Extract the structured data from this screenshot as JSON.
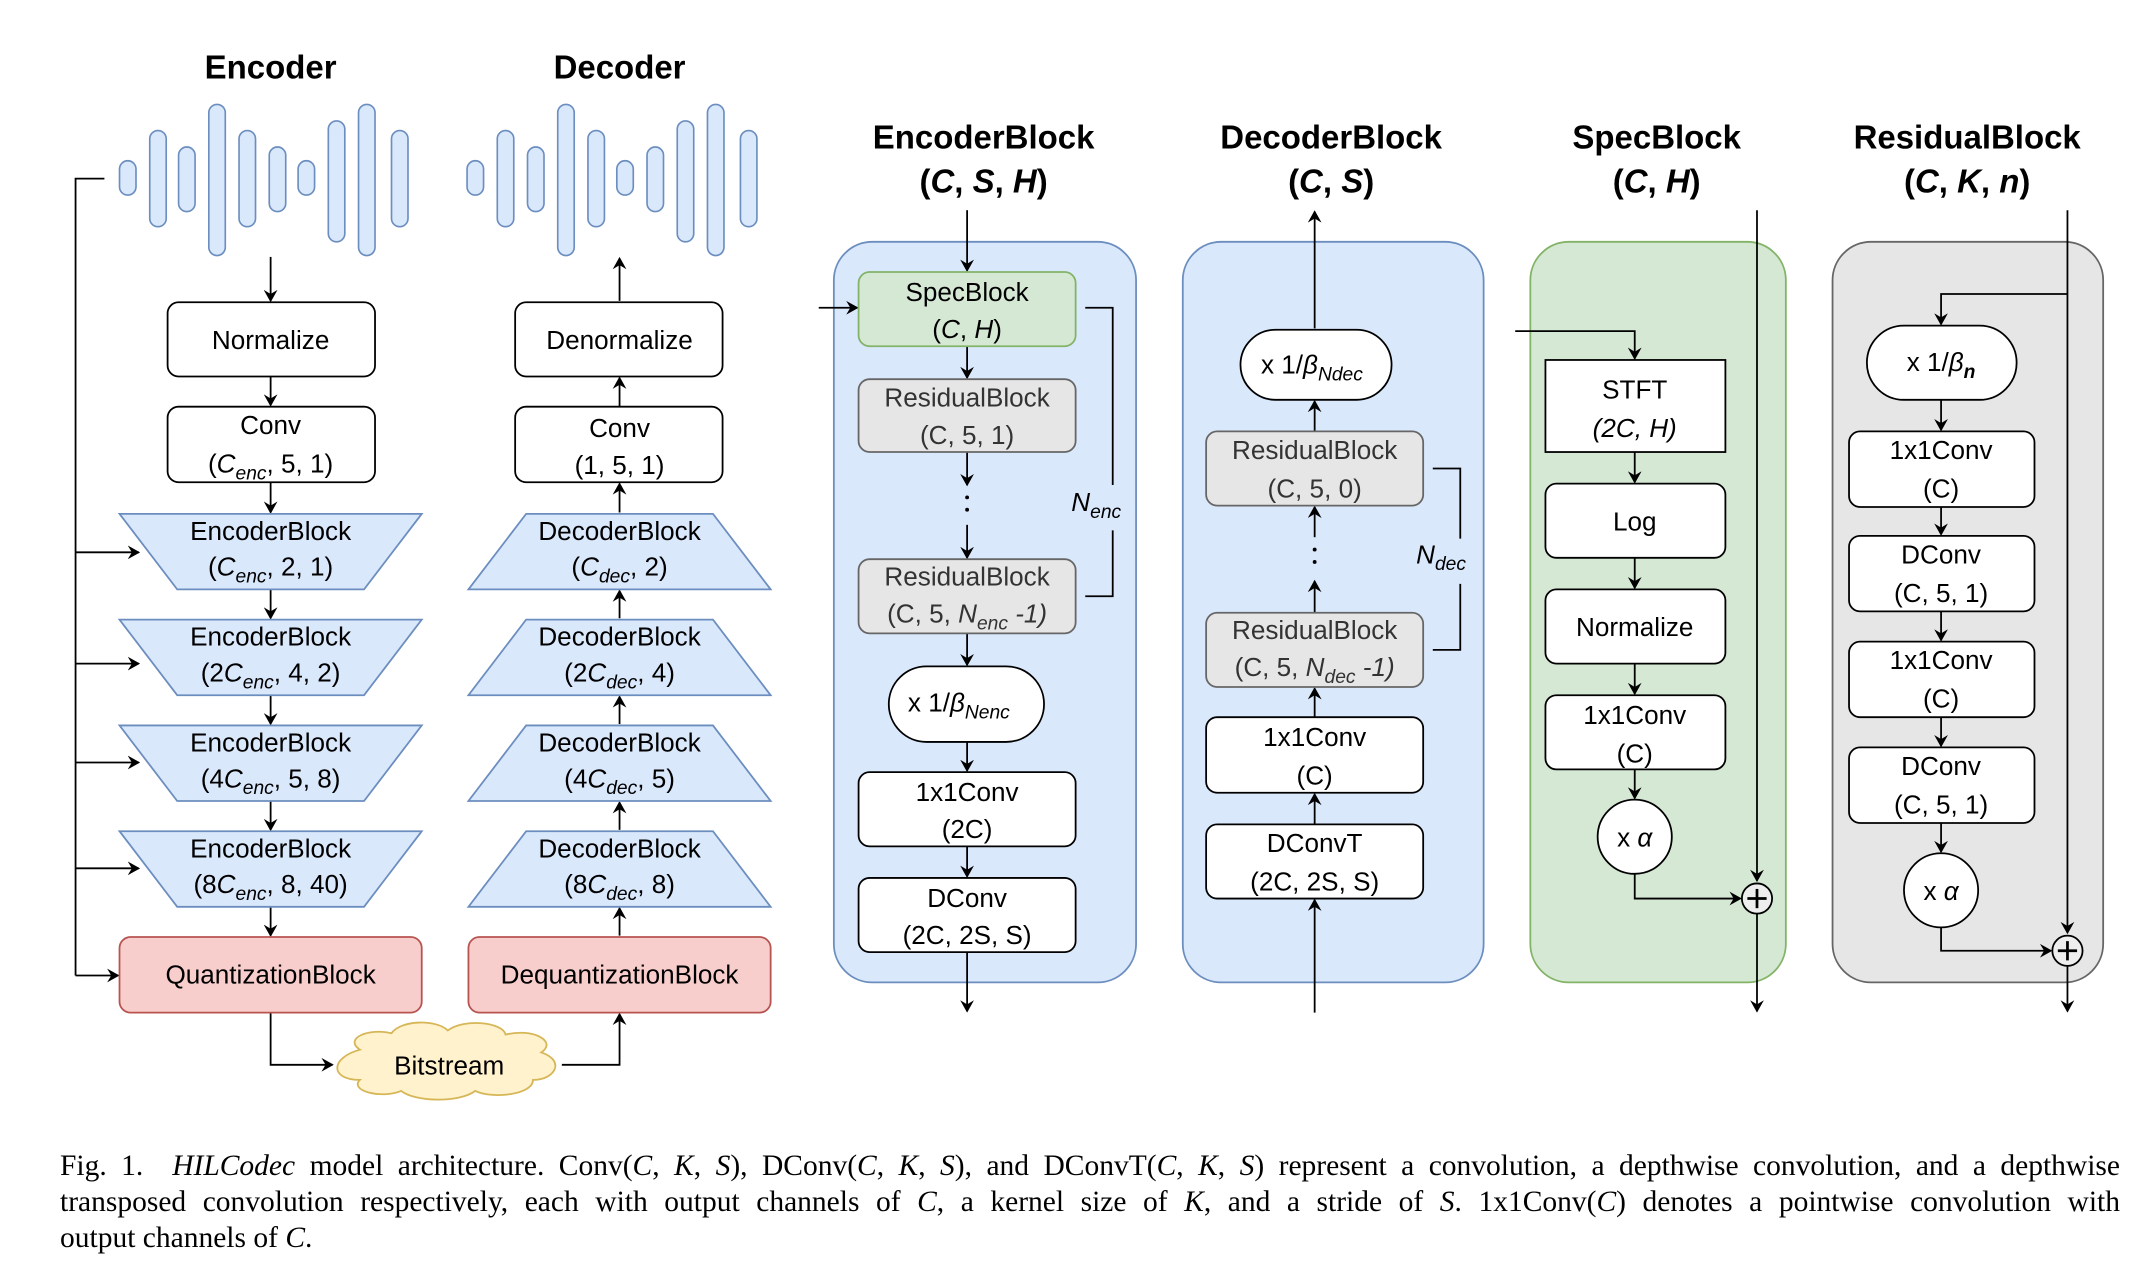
{
  "figure": {
    "encoder_column": {
      "title": "Encoder",
      "normalize": "Normalize",
      "conv": {
        "name": "Conv",
        "args_pre": "(",
        "C": "C",
        "sub": "enc",
        "args_post": ", 5, 1)"
      },
      "blocks": [
        {
          "name": "EncoderBlock",
          "pre": "(",
          "coef": "",
          "sub": "enc",
          "post": ", 2, 1)"
        },
        {
          "name": "EncoderBlock",
          "pre": "(",
          "coef": "2",
          "sub": "enc",
          "post": ", 4, 2)"
        },
        {
          "name": "EncoderBlock",
          "pre": "(",
          "coef": "4",
          "sub": "enc",
          "post": ", 5, 8)"
        },
        {
          "name": "EncoderBlock",
          "pre": "(",
          "coef": "8",
          "sub": "enc",
          "post": ", 8, 40)"
        }
      ],
      "quantization": "QuantizationBlock"
    },
    "decoder_column": {
      "title": "Decoder",
      "denormalize": "Denormalize",
      "conv": {
        "name": "Conv",
        "args": "(1, 5, 1)"
      },
      "blocks": [
        {
          "name": "DecoderBlock",
          "pre": "(",
          "coef": "",
          "sub": "dec",
          "post": ", 2)"
        },
        {
          "name": "DecoderBlock",
          "pre": "(",
          "coef": "2",
          "sub": "dec",
          "post": ", 4)"
        },
        {
          "name": "DecoderBlock",
          "pre": "(",
          "coef": "4",
          "sub": "dec",
          "post": ", 5)"
        },
        {
          "name": "DecoderBlock",
          "pre": "(",
          "coef": "8",
          "sub": "dec",
          "post": ", 8)"
        }
      ],
      "dequantization": "DequantizationBlock"
    },
    "bitstream": "Bitstream",
    "encoder_block": {
      "title": "EncoderBlock",
      "params": {
        "open": "(",
        "a": "C",
        "b": "S",
        "c": "H",
        "close": ")"
      },
      "spec": {
        "name": "SpecBlock",
        "args": [
          "C",
          "H"
        ]
      },
      "res_first": {
        "name": "ResidualBlock",
        "args": "(C, 5, 1)"
      },
      "res_last": {
        "name": "ResidualBlock",
        "pre": "(C, 5, ",
        "N": "N",
        "sub": "enc",
        "post": " -1)"
      },
      "scale": {
        "pre": "x 1/",
        "beta": "β",
        "sub": "Nenc"
      },
      "conv1x1": {
        "name": "1x1Conv",
        "args": "(2C)"
      },
      "dconv": {
        "name": "DConv",
        "args": "(2C, 2S, S)"
      },
      "repeat": {
        "N": "N",
        "sub": "enc"
      }
    },
    "decoder_block": {
      "title": "DecoderBlock",
      "params": {
        "open": "(",
        "a": "C",
        "b": "S",
        "close": ")"
      },
      "scale": {
        "pre": "x 1/",
        "beta": "β",
        "sub": "Ndec"
      },
      "res_first": {
        "name": "ResidualBlock",
        "args": "(C, 5, 0)"
      },
      "res_last": {
        "name": "ResidualBlock",
        "pre": "(C, 5, ",
        "N": "N",
        "sub": "dec",
        "post": " -1)"
      },
      "conv1x1": {
        "name": "1x1Conv",
        "args": "(C)"
      },
      "dconvt": {
        "name": "DConvT",
        "args": "(2C, 2S, S)"
      },
      "repeat": {
        "N": "N",
        "sub": "dec"
      }
    },
    "spec_block": {
      "title": "SpecBlock",
      "params": {
        "open": "(",
        "a": "C",
        "b": "H",
        "close": ")"
      },
      "stft": {
        "name": "STFT",
        "args": "(2C, H)"
      },
      "log": "Log",
      "normalize": "Normalize",
      "conv1x1": {
        "name": "1x1Conv",
        "args": "(C)"
      },
      "alpha": {
        "pre": "x ",
        "sym": "α"
      },
      "sum": "+"
    },
    "residual_block": {
      "title": "ResidualBlock",
      "params": {
        "open": "(",
        "a": "C",
        "b": "K",
        "c": "n",
        "close": ")"
      },
      "scale": {
        "pre": "x 1/",
        "beta": "β",
        "sub": "n"
      },
      "layers": [
        {
          "name": "1x1Conv",
          "args": "(C)"
        },
        {
          "name": "DConv",
          "args": "(C, 5, 1)"
        },
        {
          "name": "1x1Conv",
          "args": "(C)"
        },
        {
          "name": "DConv",
          "args": "(C, 5, 1)"
        }
      ],
      "alpha": {
        "pre": "x ",
        "sym": "α"
      },
      "sum": "+"
    },
    "colors": {
      "blue_fill": "#dae8fc",
      "blue_stroke": "#6c8ebf",
      "green_fill": "#d5e8d4",
      "green_stroke": "#82b366",
      "red_fill": "#f8cecc",
      "red_stroke": "#b85450",
      "gray_fill": "#e6e6e6",
      "gray_stroke": "#666666",
      "yellow_fill": "#fff2cc",
      "yellow_stroke": "#d6b656"
    }
  },
  "caption": {
    "line1": {
      "fig": "Fig. 1.",
      "name": "HILCodec",
      "rest": " model architecture. Conv(",
      "C1": "C",
      "s1": ", ",
      "K1": "K",
      "s2": ", ",
      "S1": "S",
      "t1": "), DConv(",
      "C2": "C",
      "s3": ", ",
      "K2": "K",
      "s4": ", ",
      "S2": "S",
      "t2": "), and DConvT(",
      "C3": "C",
      "s5": ", ",
      "K3": "K",
      "s6": ", ",
      "S3": "S",
      "t3": ") represent a convolution, a depthwise convolution, and a depthwise"
    },
    "line2": {
      "a": "transposed convolution respectively, each with output channels of ",
      "C": "C",
      "b": ", a kernel size of ",
      "K": "K",
      "c": ", and a stride of ",
      "S": "S",
      "d": ". 1x1Conv(",
      "C2": "C",
      "e": ") denotes a pointwise convolution with"
    },
    "line3": {
      "a": "output channels of ",
      "C": "C",
      "b": "."
    }
  }
}
